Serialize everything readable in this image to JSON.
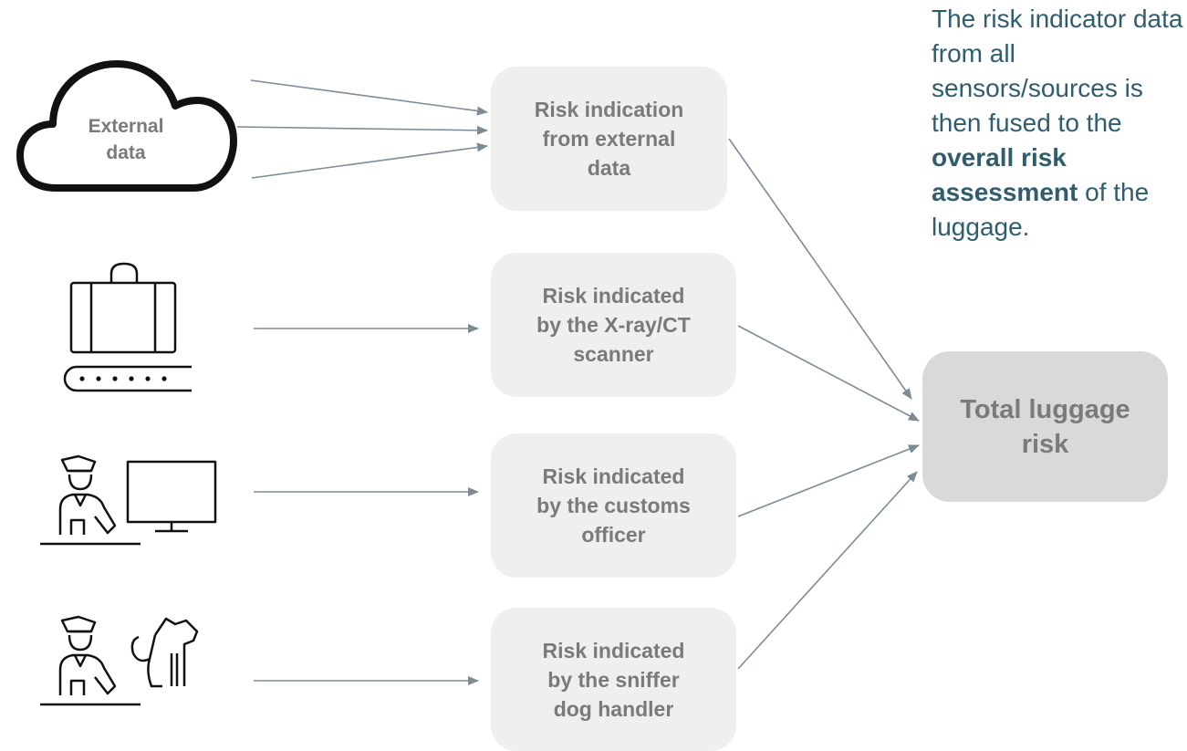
{
  "sources": [
    {
      "icon": "cloud-icon",
      "label": "External\ndata"
    },
    {
      "icon": "luggage-scanner-icon"
    },
    {
      "icon": "customs-officer-computer-icon"
    },
    {
      "icon": "officer-with-dog-icon"
    }
  ],
  "boxes": [
    {
      "label": "Risk indication\nfrom external\ndata"
    },
    {
      "label": "Risk indicated\nby the X-ray/CT\nscanner"
    },
    {
      "label": "Risk indicated\nby the customs\nofficer"
    },
    {
      "label": "Risk indicated\nby the sniffer\ndog handler"
    }
  ],
  "total": {
    "label": "Total luggage\nrisk"
  },
  "note": {
    "part1": "The risk indicator data from all sensors/sources is then fused to the ",
    "bold": "overall risk assessment",
    "part2": " of the luggage."
  },
  "colors": {
    "arrow": "#7d8b95",
    "box": "#efefef",
    "total_box": "#d9d9d9",
    "note_text": "#2f5d6e",
    "box_text": "#7a7a7a"
  }
}
